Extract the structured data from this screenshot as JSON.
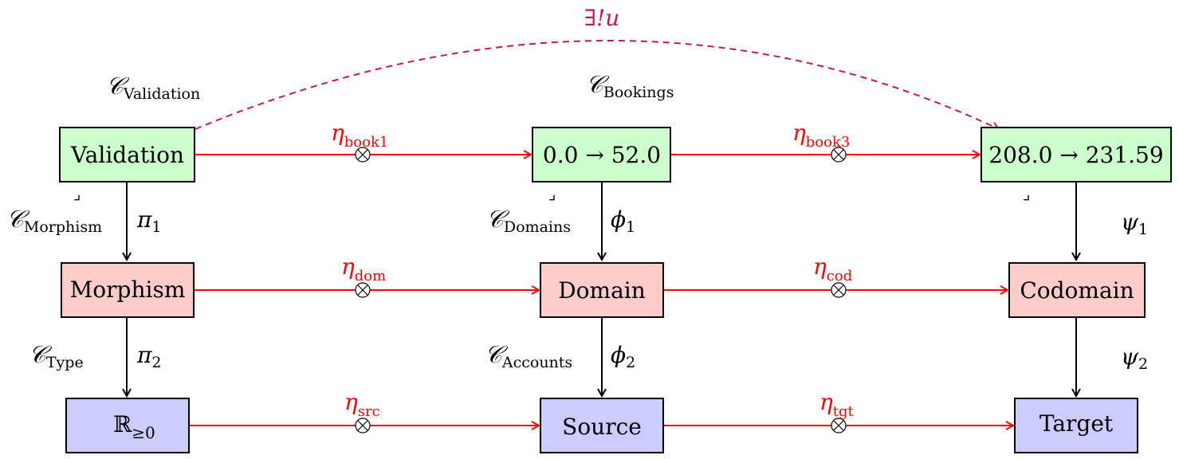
{
  "nodes": {
    "validation": "Validation",
    "booking1": "0.0 → 52.0",
    "booking3": "208.0 → 231.59",
    "morphism": "Morphism",
    "domain": "Domain",
    "codomain": "Codomain",
    "reals": "ℝ",
    "reals_sub": "≥0",
    "source": "Source",
    "target": "Target"
  },
  "categories": {
    "c": "𝒞",
    "validation": "Validation",
    "bookings": "Bookings",
    "morphism": "Morphism",
    "domains": "Domains",
    "type": "Type",
    "accounts": "Accounts"
  },
  "projections": {
    "pi": "π",
    "phi": "ϕ",
    "psi": "ψ",
    "one": "1",
    "two": "2"
  },
  "transformations": {
    "eta": "η",
    "book1": "book1",
    "book3": "book3",
    "dom": "dom",
    "cod": "cod",
    "src": "src",
    "tgt": "tgt"
  },
  "universal": "∃!u",
  "pullback_corner": "⌟",
  "colors": {
    "green_fill": "#ccffcc",
    "red_fill": "#ffcccc",
    "blue_fill": "#ccccff",
    "transformation_arrow": "#ff0000",
    "universal_arrow": "#c2185b"
  }
}
